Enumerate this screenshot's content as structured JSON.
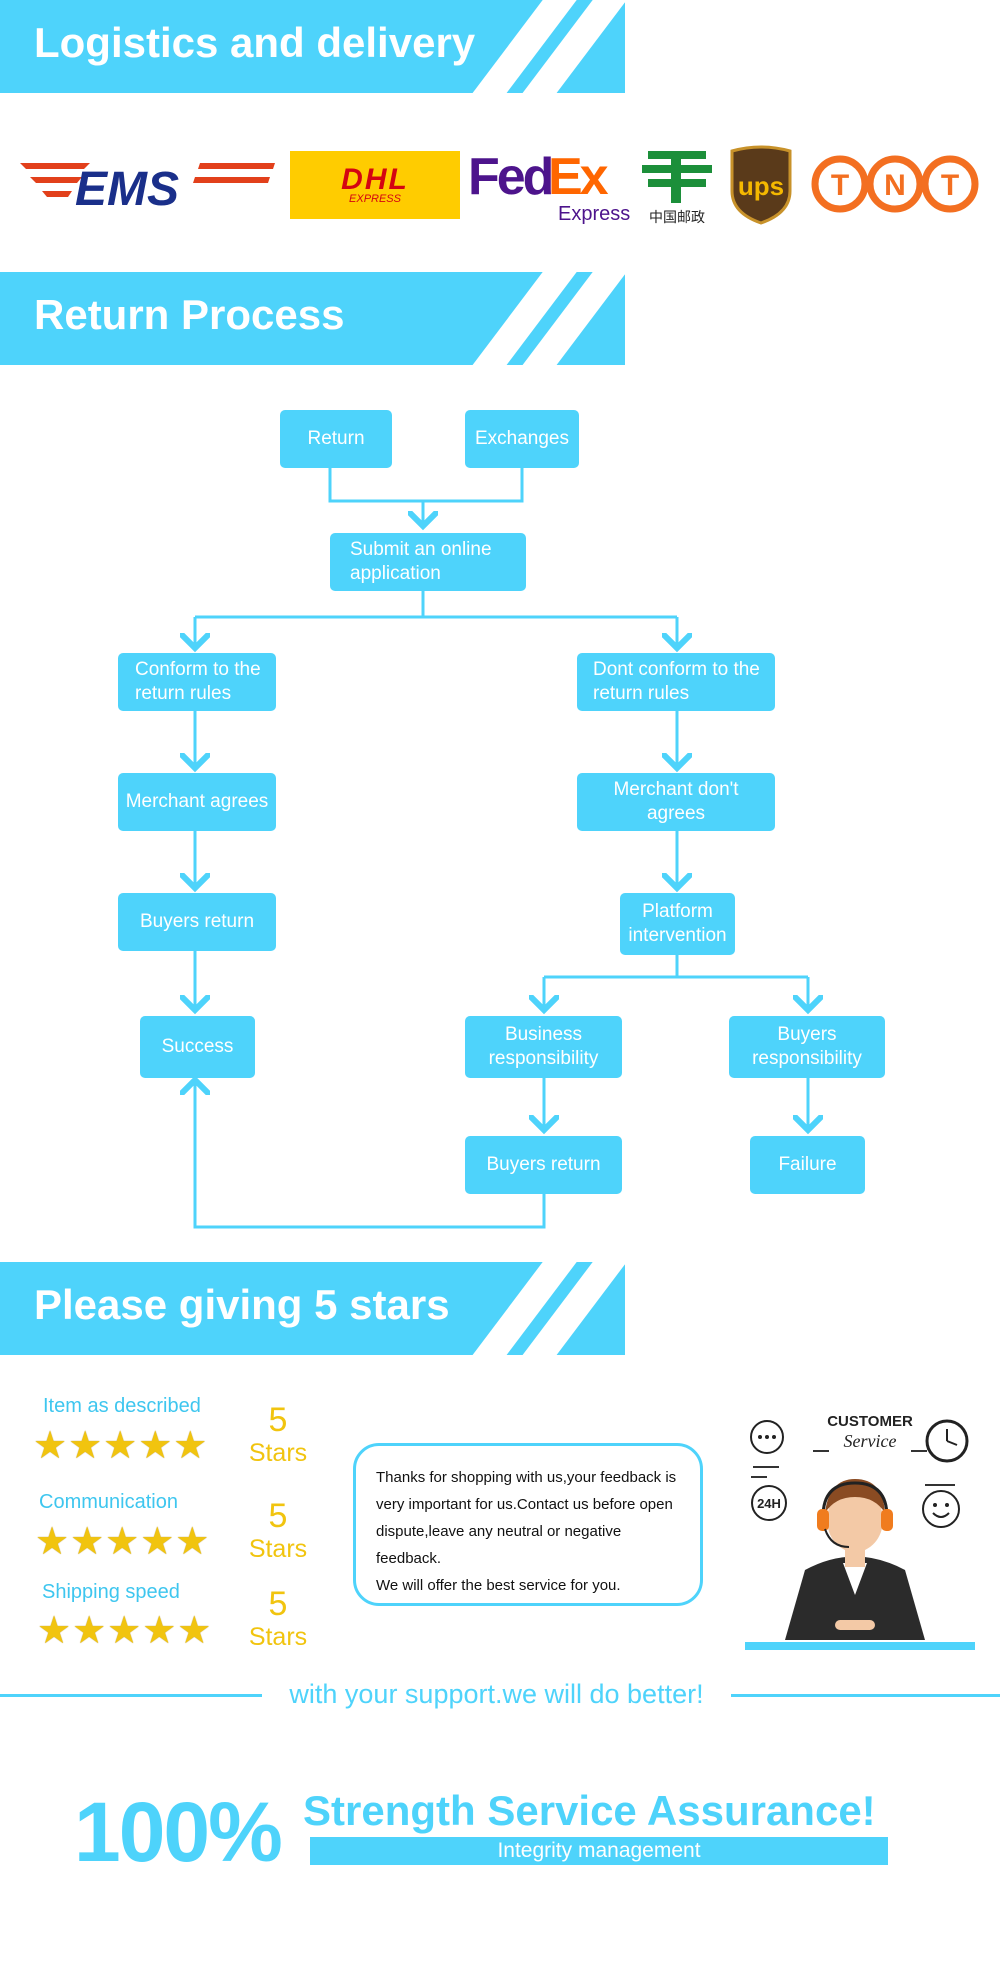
{
  "sections": {
    "logistics": "Logistics and delivery",
    "return_process": "Return Process",
    "stars": "Please giving 5 stars"
  },
  "carriers": {
    "ems": "EMS",
    "dhl": "DHL",
    "dhl_sub": "EXPRESS",
    "fedex_fed": "Fed",
    "fedex_ex": "Ex",
    "fedex_sub": "Express",
    "china_post": "中国邮政",
    "ups": "ups",
    "tnt": [
      "T",
      "N",
      "T"
    ]
  },
  "flow": {
    "return": "Return",
    "exchanges": "Exchanges",
    "submit": "Submit an online application",
    "conform": "Conform to the return rules",
    "dont_conform": "Dont conform to the return rules",
    "merchant_agrees": "Merchant agrees",
    "merchant_dont": "Merchant don't agrees",
    "buyers_return_left": "Buyers return",
    "platform": "Platform intervention",
    "success": "Success",
    "business_resp": "Business responsibility",
    "buyers_resp": "Buyers responsibility",
    "buyers_return_right": "Buyers return",
    "failure": "Failure"
  },
  "ratings": [
    {
      "label": "Item as described",
      "value": "5",
      "unit": "Stars",
      "stars": 5
    },
    {
      "label": "Communication",
      "value": "5",
      "unit": "Stars",
      "stars": 5
    },
    {
      "label": "Shipping speed",
      "value": "5",
      "unit": "Stars",
      "stars": 5
    }
  ],
  "feedback_message": {
    "line1": "Thanks for shopping with us,your feedback is very important for us.Contact us before open dispute,leave any neutral or negative feedback.",
    "line2": "We will offer the best service for you."
  },
  "customer_service": {
    "title": "CUSTOMER",
    "subtitle": "Service",
    "badge_24h": "24H"
  },
  "support_line": "with your support.we will do better!",
  "assurance": {
    "percent": "100%",
    "headline": "Strength Service Assurance!",
    "subline": "Integrity management"
  },
  "colors": {
    "accent": "#4ed3fb",
    "star": "#f1c40f"
  }
}
